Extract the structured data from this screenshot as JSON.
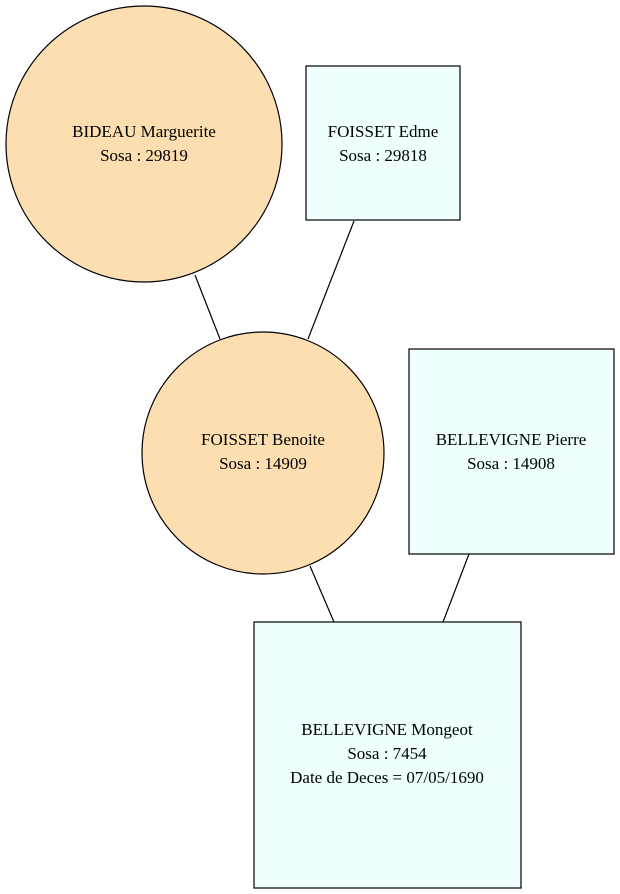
{
  "colors": {
    "female_fill": "#fcdeb0",
    "male_fill": "#efffff",
    "stroke": "#000000"
  },
  "people": {
    "bideau_marguerite": {
      "name": "BIDEAU Marguerite",
      "sosa": "Sosa : 29819"
    },
    "foisset_edme": {
      "name": "FOISSET Edme",
      "sosa": "Sosa : 29818"
    },
    "foisset_benoite": {
      "name": "FOISSET Benoite",
      "sosa": "Sosa : 14909"
    },
    "bellevigne_pierre": {
      "name": "BELLEVIGNE Pierre",
      "sosa": "Sosa : 14908"
    },
    "bellevigne_mongeot": {
      "name": "BELLEVIGNE Mongeot",
      "sosa": "Sosa : 7454",
      "death": "Date de Deces = 07/05/1690"
    }
  }
}
